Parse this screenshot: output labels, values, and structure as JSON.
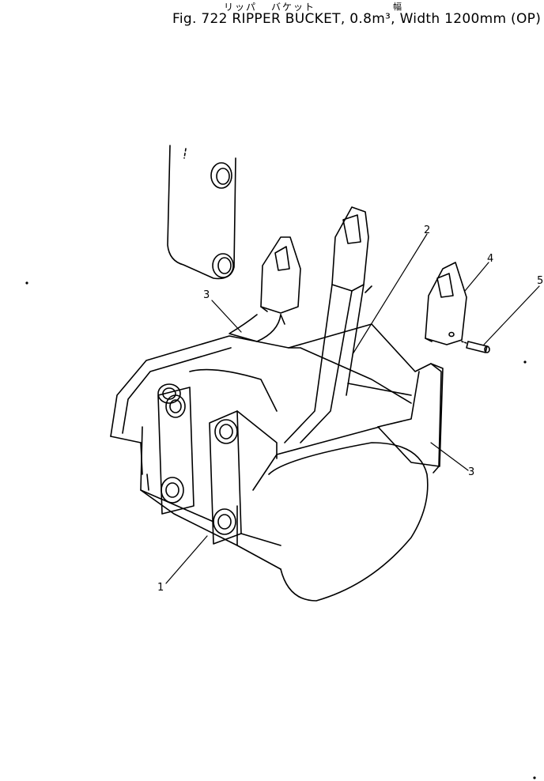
{
  "header": {
    "furigana_ripper": "リッパ",
    "furigana_bucket": "バケット",
    "furigana_width": "幅",
    "title": "Fig. 722  RIPPER  BUCKET, 0.8m³, Width  1200mm (OP)"
  },
  "callouts": {
    "c1": "1",
    "c2": "2",
    "c3a": "3",
    "c3b": "3",
    "c4": "4",
    "c5": "5"
  }
}
